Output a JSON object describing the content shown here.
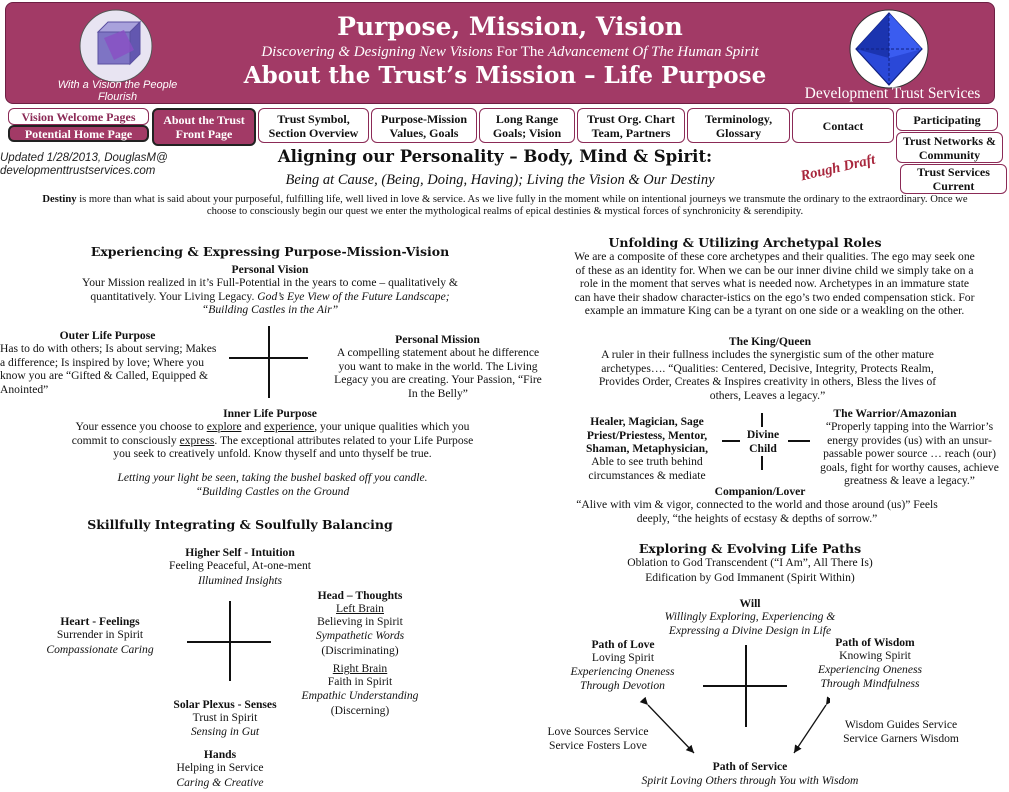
{
  "header": {
    "title": "Purpose, Mission, Vision",
    "tagline_1": "Discovering & Designing New Visions",
    "tagline_for": "For The",
    "tagline_2": "Advancement Of The Human Spirit",
    "subtitle": "About the Trust’s Mission – Life Purpose",
    "logo_caption": "With a Vision the People Flourish",
    "org_name": "Development Trust Services",
    "logo_left_icon": "cube-in-circle-icon",
    "logo_right_icon": "octahedron-in-circle-icon"
  },
  "nav": {
    "vision_welcome": "Vision Welcome Pages",
    "potential_home": "Potential Home Page",
    "about_trust": "About the Trust Front Page",
    "trust_symbol": "Trust Symbol, Section Overview",
    "purpose_mission": "Purpose-Mission Values, Goals",
    "long_range": "Long Range Goals; Vision",
    "org_chart": "Trust Org. Chart Team, Partners",
    "terminology": "Terminology, Glossary",
    "contact": "Contact",
    "participating": "Participating",
    "networks": "Trust Networks & Community",
    "services_current": "Trust Services Current"
  },
  "updated": "Updated 1/28/2013, DouglasM@ developmenttrustservices.com",
  "page_heading": "Aligning our Personality – Body, Mind & Spirit:",
  "page_subheading": "Being at Cause, (Being, Doing, Having); Living the Vision & Our Destiny",
  "rough_draft": "Rough Draft",
  "destiny": {
    "lead": "Destiny",
    "text": " is more than what is said about your purposeful, fulfilling life, well lived in love & service.  As we live fully in the moment while on intentional journeys we transmute the ordinary to the extraordinary.  Once we choose to consciously begin our quest we enter the mythological realms of epical destinies & mystical forces of synchronicity & serendipity."
  },
  "experiencing": {
    "heading": "Experiencing & Expressing Purpose-Mission-Vision",
    "vision_title": "Personal Vision",
    "vision_text": "Your Mission realized in it’s Full-Potential in the years to come – qualitatively & quantitatively. Your Living Legacy.",
    "vision_italic": "God’s Eye View of the Future Landscape; “Building Castles in the Air”",
    "outer_title": "Outer Life Purpose",
    "outer_text": "Has to do with others; Is about serving; Makes a difference; Is inspired by love; Where you know you are “Gifted & Called, Equipped & Anointed”",
    "mission_title": "Personal Mission",
    "mission_text": "A compelling statement about he difference you want to make in the world. The Living Legacy you are creating. Your Passion, “Fire In the Belly”",
    "inner_title": "Inner Life Purpose",
    "inner_1": "Your essence you choose to ",
    "inner_explore": "explore",
    "inner_2": " and ",
    "inner_experience": "experience",
    "inner_3": ", your unique qualities which you commit to consciously ",
    "inner_express": "express",
    "inner_4": ".  The exceptional attributes  related to your Life Purpose you seek to creatively unfold.  Know thyself and unto thyself be true.",
    "inner_italic": "Letting your light be seen, taking the bushel basked off you candle.  “Building Castles on the Ground"
  },
  "integrating": {
    "heading": "Skillfully Integrating & Soulfully Balancing",
    "higher_title": "Higher Self - Intuition",
    "higher_1": "Feeling Peaceful, At-one-ment",
    "higher_2": "Illumined Insights",
    "heart_title": "Heart - Feelings",
    "heart_1": "Surrender in Spirit",
    "heart_2": "Compassionate Caring",
    "head_title": "Head – Thoughts",
    "left_brain": "Left Brain",
    "left_1": "Believing in Spirit",
    "left_2": "Sympathetic Words",
    "left_3": "(Discriminating)",
    "right_brain": "Right Brain",
    "right_1": "Faith in Spirit",
    "right_2": "Empathic Understanding",
    "right_3": "(Discerning)",
    "solar_title": "Solar Plexus - Senses",
    "solar_1": "Trust in Spirit",
    "solar_2": "Sensing in Gut",
    "hands_title": "Hands",
    "hands_1": "Helping in Service",
    "hands_2": "Caring & Creative"
  },
  "archetypes": {
    "heading": "Unfolding & Utilizing Archetypal Roles",
    "intro": "We are a composite of these core archetypes and their qualities. The ego may seek one of these as an identity for. When we can be our inner divine child we simply take on a role in the moment that serves what is needed now. Archetypes in an immature state can have their shadow character-istics on the ego’s two ended compensation stick. For example an immature King can be a tyrant on one side or a weakling on the other.",
    "king_title": "The King/Queen",
    "king_text": "A ruler in their fullness includes the synergistic sum of the other mature archetypes…. “Qualities:  Centered, Decisive, Integrity, Protects Realm, Provides Order, Creates & Inspires creativity in others, Bless the lives of others, Leaves a legacy.”",
    "healer_title": "Healer, Magician, Sage Priest/Priestess, Mentor, Shaman, Metaphysician,",
    "healer_text": "Able to see truth behind circumstances & mediate",
    "divine": "Divine Child",
    "warrior_title": "The Warrior/Amazonian",
    "warrior_text": "“Properly tapping into the Warrior’s energy provides (us) with an unsur-passable power source … reach (our) goals, fight for worthy causes, achieve greatness & leave a legacy.”",
    "companion_title": "Companion/Lover",
    "companion_text": "“Alive with vim & vigor, connected to the world and those around (us)” Feels deeply, “the heights of ecstasy & depths of sorrow.”"
  },
  "paths": {
    "heading": "Exploring & Evolving Life Paths",
    "line1": "Oblation to God Transcendent (“I Am”, All There Is)",
    "line2": "Edification by God Immanent (Spirit Within)",
    "will_title": "Will",
    "will_text": "Willingly Exploring, Experiencing & Expressing a Divine Design in Life",
    "love_title": "Path of Love",
    "love_1": "Loving Spirit",
    "love_2": "Experiencing Oneness Through Devotion",
    "wisdom_title": "Path of Wisdom",
    "wisdom_1": "Knowing Spirit",
    "wisdom_2": "Experiencing Oneness Through Mindfulness",
    "love_sources": "Love Sources Service Service Fosters Love",
    "wisdom_guides": "Wisdom Guides Service Service Garners Wisdom",
    "service_title": "Path of Service",
    "service_text": "Spirit Loving Others through You with Wisdom"
  }
}
